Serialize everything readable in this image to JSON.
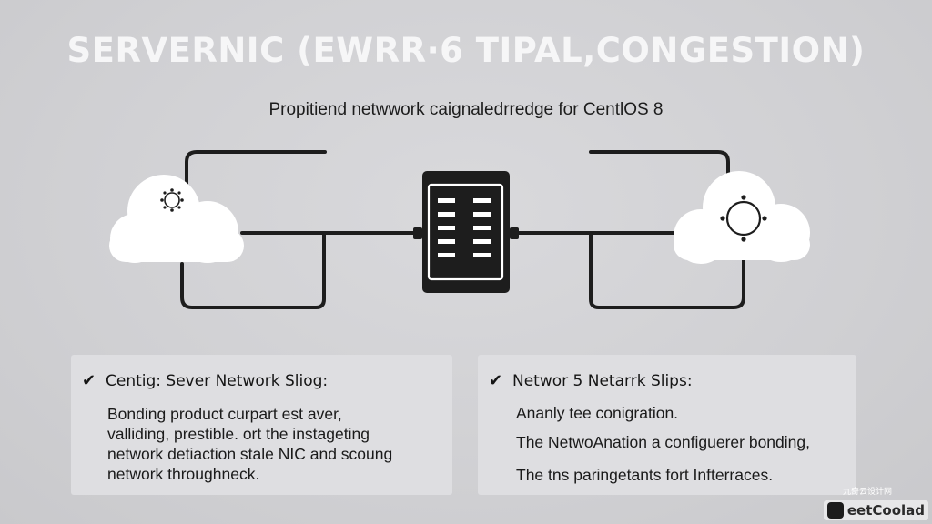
{
  "title": "SERVERNIC (EWRR·6 TIPAL,CONGESTION)",
  "subtitle": "Propitiend netwwork caignaledrredge for CentlOS 8",
  "cards": [
    {
      "heading": "Centig: Sever Network Sliog:",
      "lines": [
        "Bonding product curpart est aver,",
        "valliding, prestible. ort the instageting",
        "network detiaction stale NIC and scoung",
        "network throughneck."
      ]
    },
    {
      "heading": "Networ 5 Netarrk Slips:",
      "lines": [
        "Ananly tee conigration.",
        "The NetwoAnation a configuerer bonding,",
        "The tns paringetants fort Infterraces."
      ]
    }
  ],
  "watermark": {
    "text": "eetCoolad",
    "top_text": "九奇云设计网"
  },
  "colors": {
    "background": "#d3d3d6",
    "line": "#1d1d1d",
    "cloud": "#ffffff",
    "card": "#dedee1"
  }
}
